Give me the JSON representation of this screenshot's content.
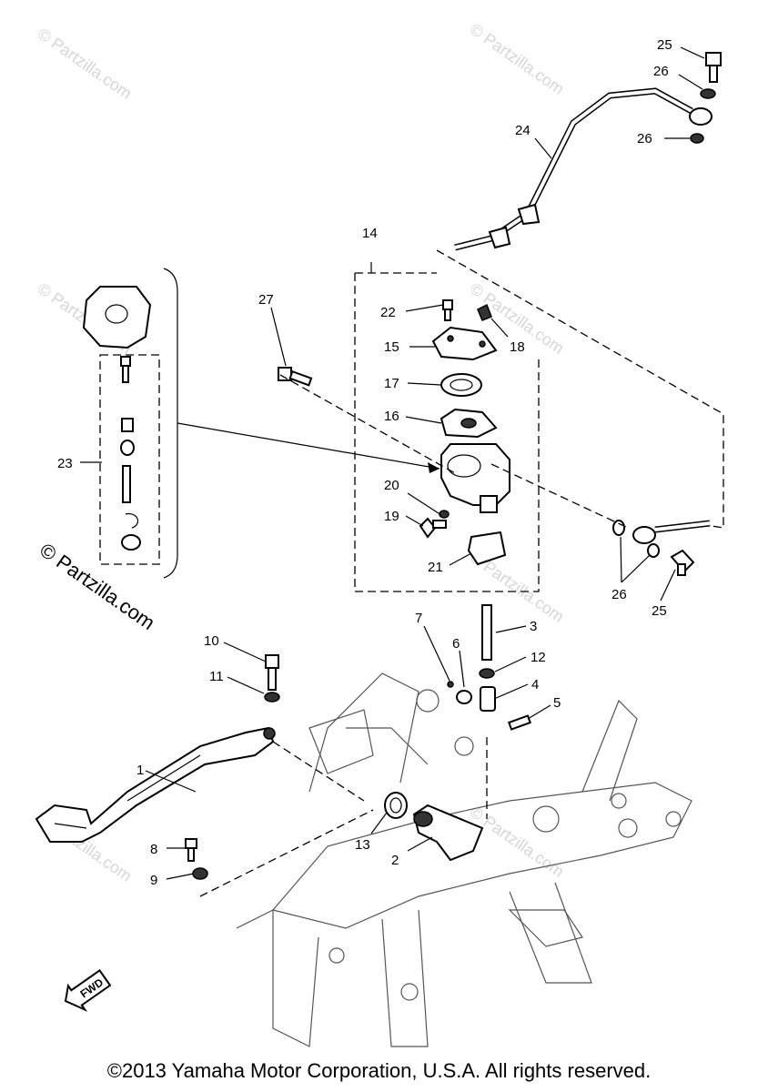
{
  "watermark": {
    "text": "© Partzilla.com",
    "main_text": "© Partzilla.com"
  },
  "copyright": "©2013 Yamaha Motor Corporation, U.S.A. All rights reserved.",
  "direction_badge": "FWD",
  "callouts": [
    "1",
    "2",
    "3",
    "4",
    "5",
    "6",
    "7",
    "8",
    "9",
    "10",
    "11",
    "12",
    "13",
    "14",
    "15",
    "16",
    "17",
    "18",
    "19",
    "20",
    "21",
    "22",
    "23",
    "24",
    "25",
    "26",
    "26",
    "26",
    "25",
    "27"
  ]
}
